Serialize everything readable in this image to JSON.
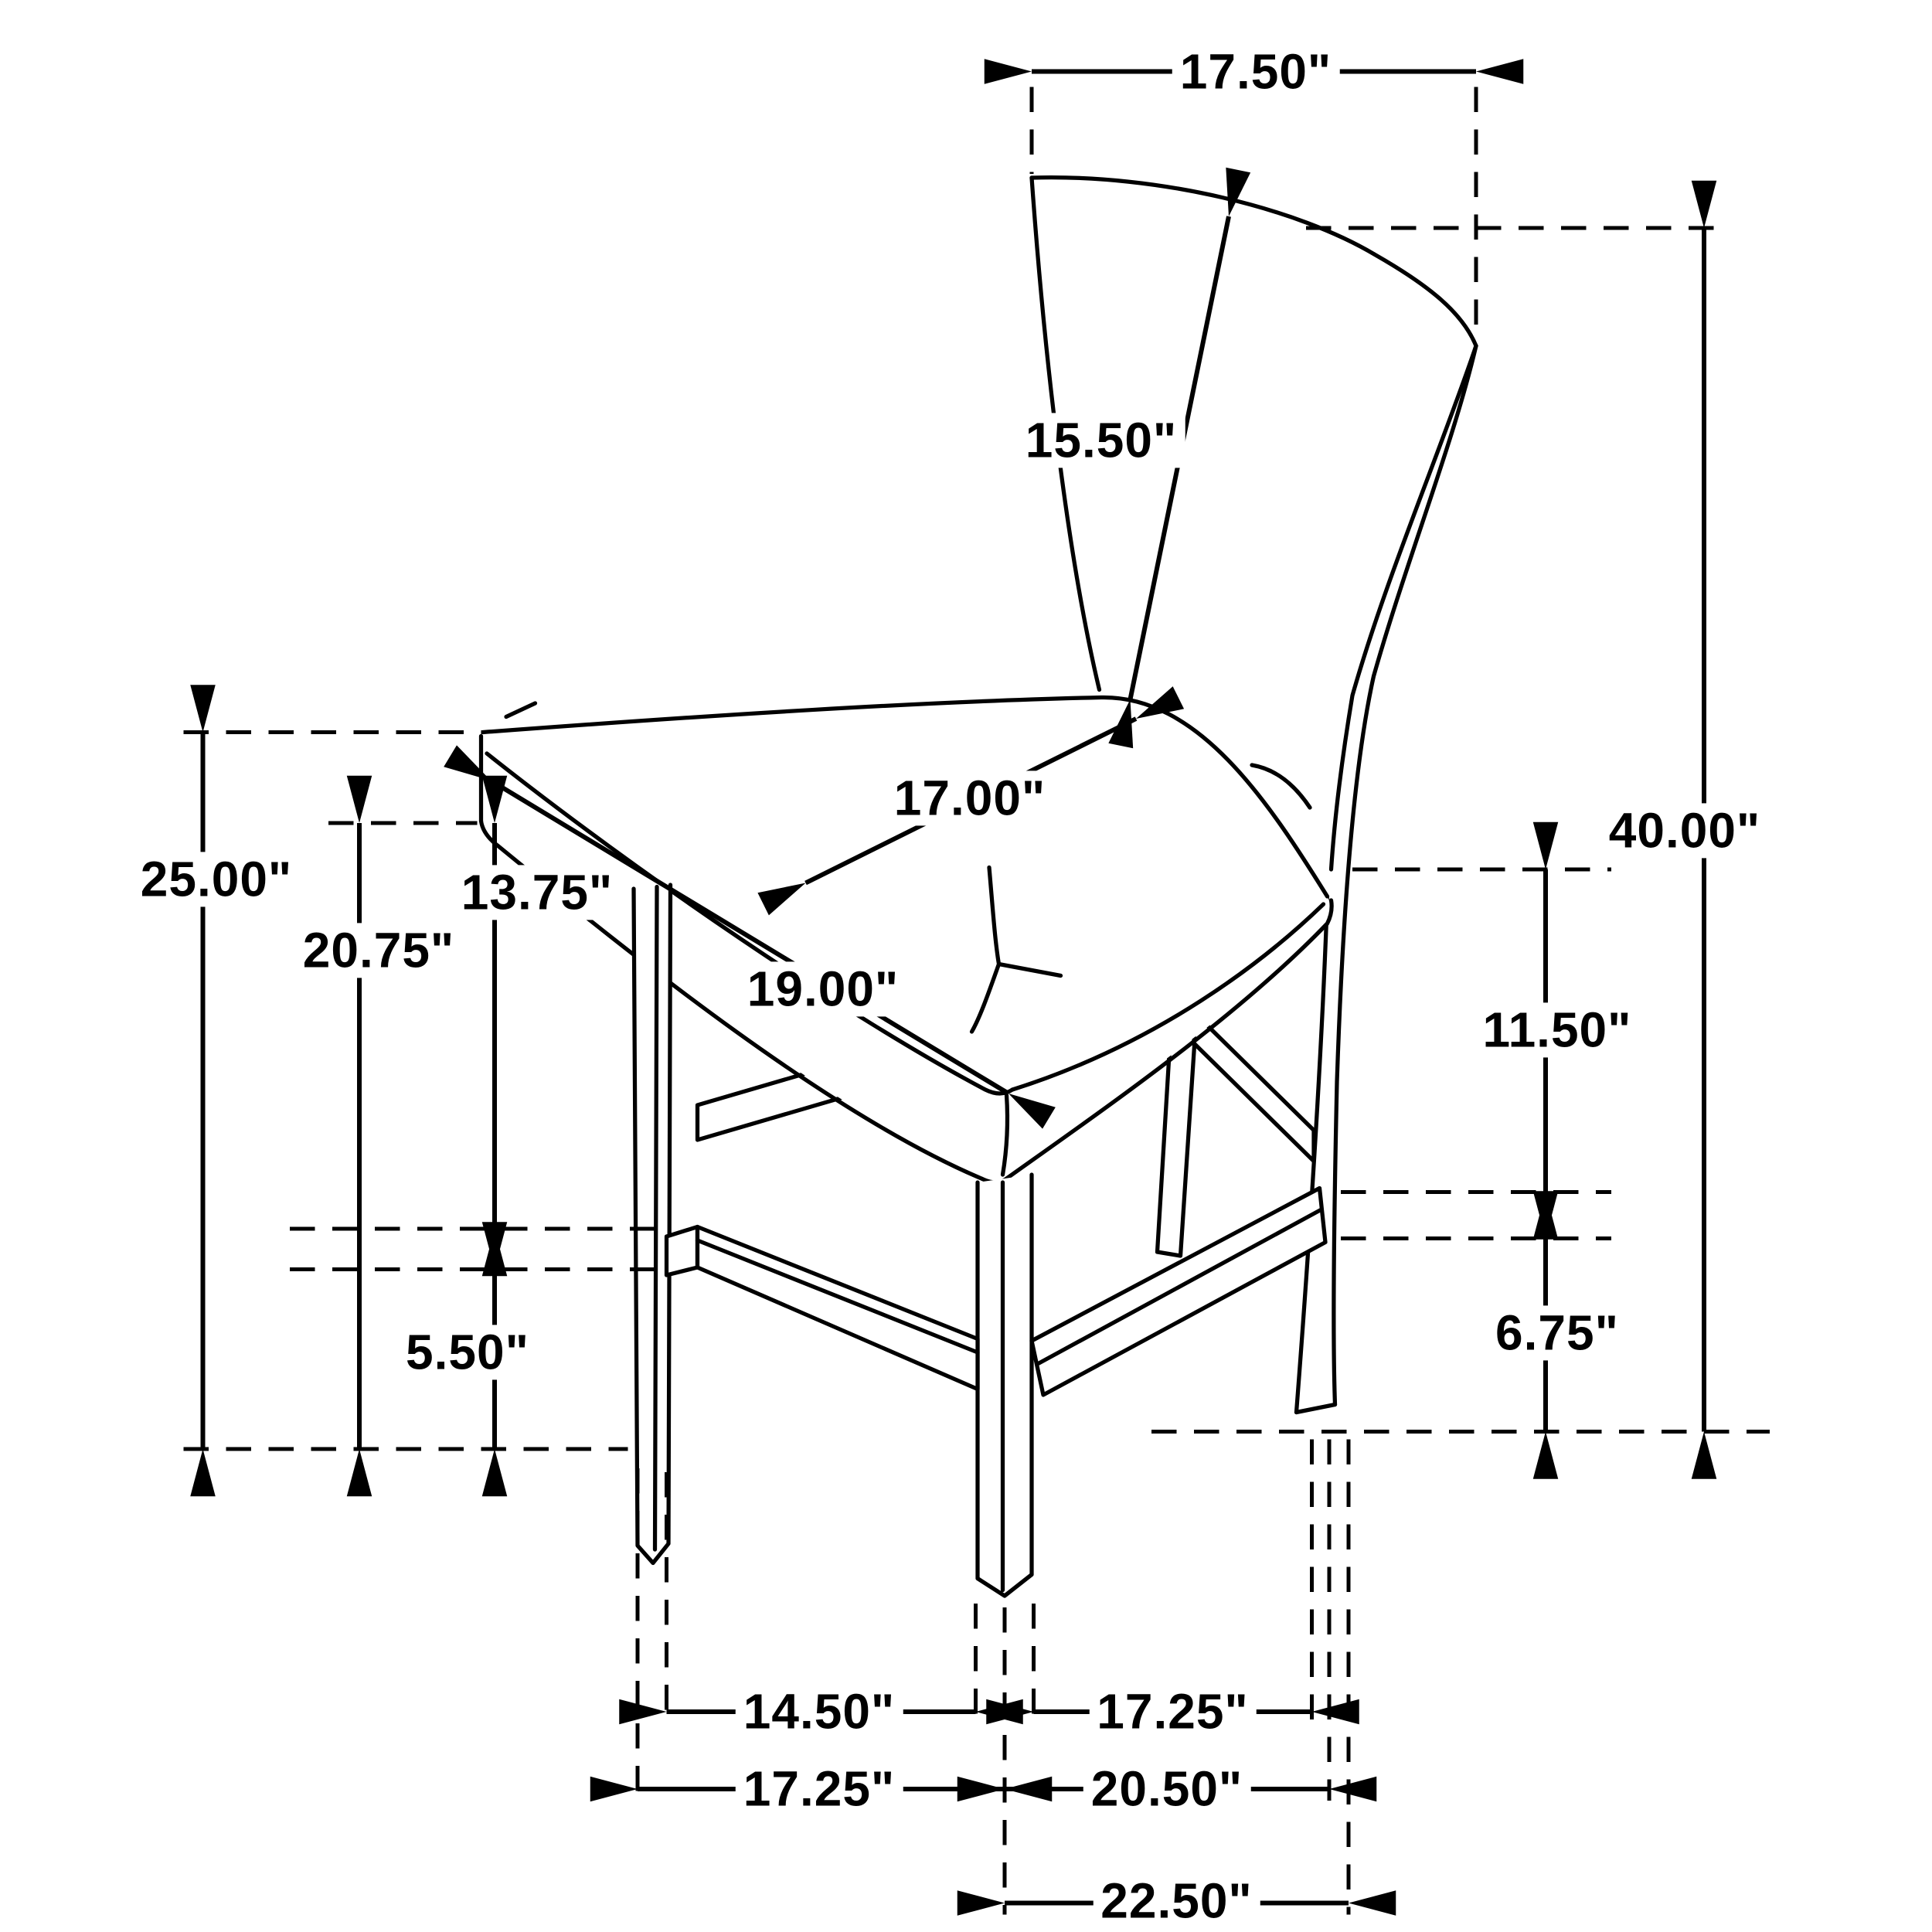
{
  "figure": "upholstered counter-height stool dimension line drawing",
  "units": "inches",
  "colors": {
    "ink": "#000000",
    "background": "#ffffff"
  },
  "dims": [
    {
      "id": "back-top-width",
      "value": "17.50\""
    },
    {
      "id": "back-height",
      "value": "15.50\""
    },
    {
      "id": "overall-height",
      "value": "40.00\""
    },
    {
      "id": "seat-depth",
      "value": "17.00\""
    },
    {
      "id": "seat-width",
      "value": "19.00\""
    },
    {
      "id": "seat-height",
      "value": "25.00\""
    },
    {
      "id": "underseat-height",
      "value": "20.75\""
    },
    {
      "id": "seat-to-front-stretcher",
      "value": "13.75\""
    },
    {
      "id": "front-stretcher-to-floor",
      "value": "5.50\""
    },
    {
      "id": "seat-to-side-stretcher",
      "value": "11.50\""
    },
    {
      "id": "side-stretcher-to-floor",
      "value": "6.75\""
    },
    {
      "id": "front-leg-inner-span",
      "value": "14.50\""
    },
    {
      "id": "front-to-rear-leg-span",
      "value": "17.25\""
    },
    {
      "id": "left-leg-span",
      "value": "17.25\""
    },
    {
      "id": "rear-depth-span",
      "value": "20.50\""
    },
    {
      "id": "overall-depth",
      "value": "22.50\""
    }
  ]
}
